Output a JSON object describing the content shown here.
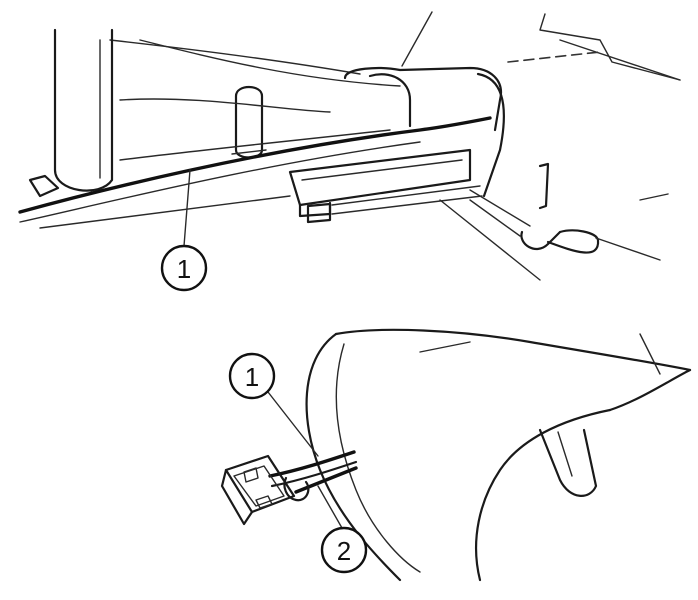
{
  "callouts": {
    "upper_1": "1",
    "lower_1": "1",
    "lower_2": "2"
  },
  "colors": {
    "ink": "#1a1a1a",
    "background": "#ffffff"
  }
}
